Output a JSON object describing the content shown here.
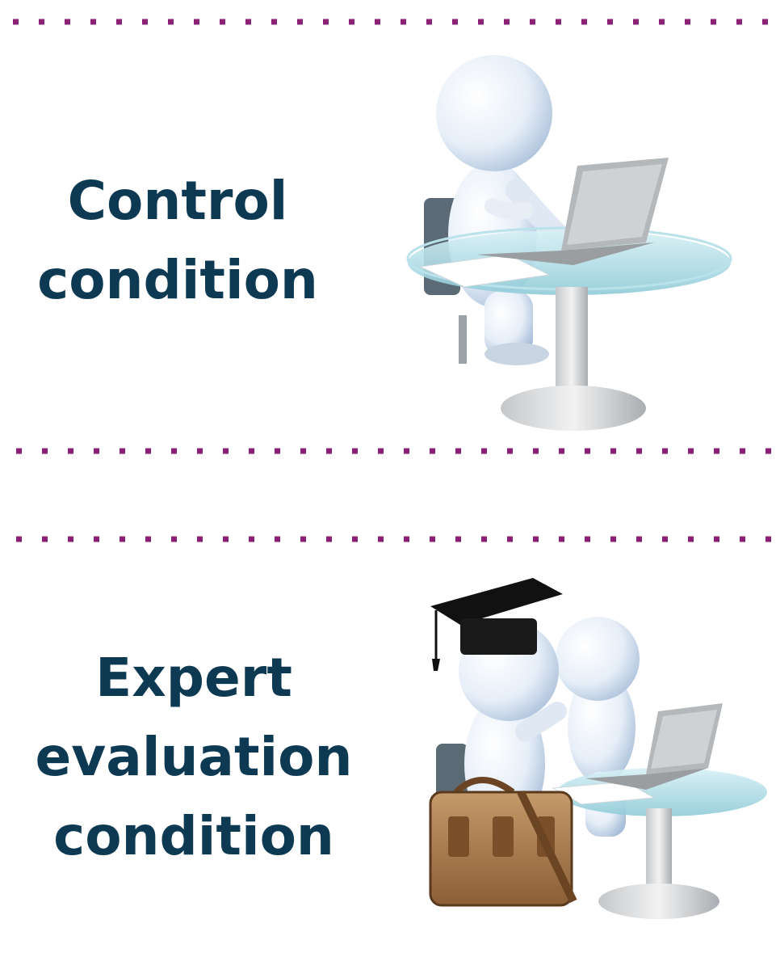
{
  "accent_color": "#8a1f74",
  "text_color": "#0d3a52",
  "panels": [
    {
      "label_lines": [
        "Control",
        "condition"
      ],
      "illustration": "person-at-laptop-icon"
    },
    {
      "label_lines": [
        "Expert",
        "evaluation",
        "condition"
      ],
      "illustration": "expert-with-person-at-laptop-icon"
    }
  ]
}
